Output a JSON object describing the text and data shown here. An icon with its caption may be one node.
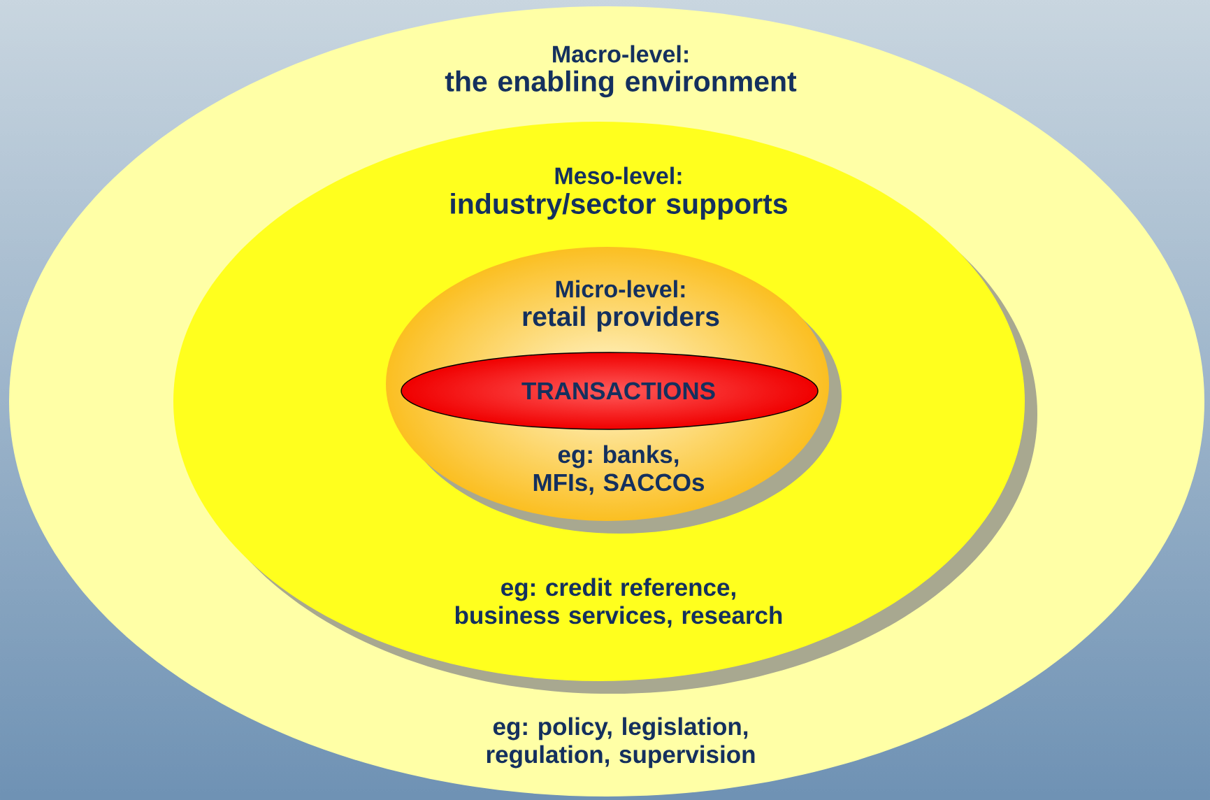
{
  "diagram": {
    "nodes": [
      {
        "text": [
          "Macro-level:",
          "the enabling environment",
          "eg: policy, legislation, regulation, supervision"
        ]
      },
      {
        "text": [
          "Meso-level:",
          "industry/sector supports",
          "eg: credit reference, business services, research"
        ],
        "in": 0
      },
      {
        "text": [
          "Micro-level:",
          "retail providers",
          "eg: banks, MFIs, SACCOs"
        ],
        "in": 1
      },
      {
        "text": [
          "TRANSACTIONS"
        ],
        "in": 2
      }
    ]
  }
}
